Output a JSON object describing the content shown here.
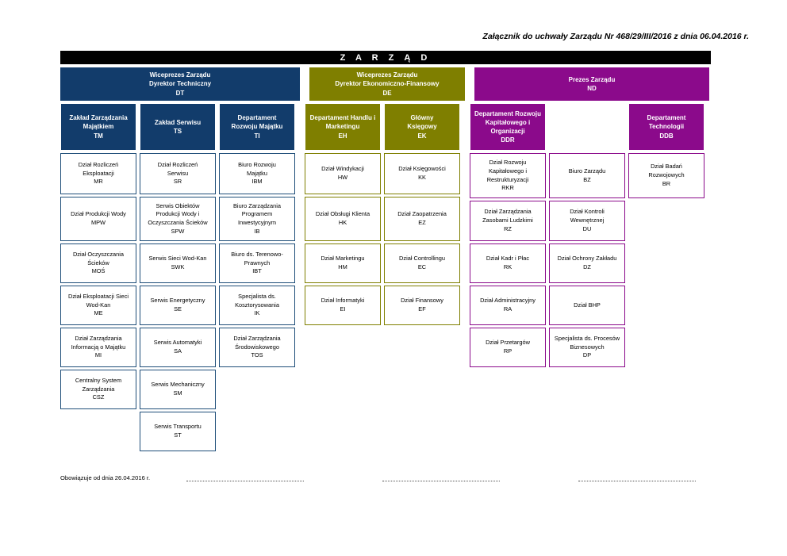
{
  "document": {
    "note": "Załącznik do uchwały Zarządu Nr 468/29/III/2016 z dnia 06.04.2016 r.",
    "footer_validity": "Obowiązuje od dnia 26.04.2016 r."
  },
  "colors": {
    "board_bar": "#000000",
    "technical": "#123C6B",
    "economic": "#7F7F00",
    "president": "#8B0A8B",
    "page_background": "#ffffff",
    "text_on_color": "#ffffff"
  },
  "board": {
    "title": "Z A R Z Ą D"
  },
  "divisions": [
    {
      "id": "DT",
      "line1": "Wiceprezes Zarządu",
      "line2": "Dyrektor Techniczny",
      "code": "DT",
      "color": "#123C6B"
    },
    {
      "id": "DE",
      "line1": "Wiceprezes Zarządu",
      "line2": "Dyrektor Ekonomiczno-Finansowy",
      "code": "DE",
      "color": "#7F7F00"
    },
    {
      "id": "ND",
      "line1": "Prezes Zarządu",
      "line2": "",
      "code": "ND",
      "color": "#8B0A8B"
    }
  ],
  "columns": [
    {
      "group": "DT",
      "color": "navy",
      "header": {
        "lines": [
          "Zakład Zarządzania",
          "Majątkiem"
        ],
        "code": "TM",
        "blank": false
      },
      "units": [
        {
          "lines": [
            "Dział Rozliczeń",
            "Eksploatacji"
          ],
          "code": "MR",
          "height": 52
        },
        {
          "lines": [
            "Dział Produkcji Wody"
          ],
          "code": "MPW",
          "height": 56
        },
        {
          "lines": [
            "Dział Oczyszczania",
            "Ścieków"
          ],
          "code": "MOŚ",
          "height": 50
        },
        {
          "lines": [
            "Dział Eksploatacji Sieci",
            "Wod-Kan"
          ],
          "code": "ME",
          "height": 50
        },
        {
          "lines": [
            "Dział Zarządzania",
            "Informacją o Majątku"
          ],
          "code": "MI",
          "height": 50
        },
        {
          "lines": [
            "Centralny System",
            "Zarządzania"
          ],
          "code": "CSZ",
          "height": 50
        }
      ]
    },
    {
      "group": "DT",
      "color": "navy",
      "header": {
        "lines": [
          "Zakład Serwisu"
        ],
        "code": "TS",
        "blank": false
      },
      "units": [
        {
          "lines": [
            "Dział Rozliczeń",
            "Serwisu"
          ],
          "code": "SR",
          "height": 52
        },
        {
          "lines": [
            "Serwis Obiektów",
            "Produkcji Wody i",
            "Oczyszczania Ścieków"
          ],
          "code": "SPW",
          "height": 56
        },
        {
          "lines": [
            "Serwis Sieci Wod-Kan"
          ],
          "code": "SWK",
          "height": 50
        },
        {
          "lines": [
            "Serwis Energetyczny"
          ],
          "code": "SE",
          "height": 50
        },
        {
          "lines": [
            "Serwis Automatyki"
          ],
          "code": "SA",
          "height": 50
        },
        {
          "lines": [
            "Serwis Mechaniczny"
          ],
          "code": "SM",
          "height": 50
        },
        {
          "lines": [
            "Serwis Transportu"
          ],
          "code": "ST",
          "height": 50
        }
      ]
    },
    {
      "group": "DT",
      "color": "navy",
      "header": {
        "lines": [
          "Departament",
          "Rozwoju Majątku"
        ],
        "code": "TI",
        "blank": false
      },
      "units": [
        {
          "lines": [
            "Biuro Rozwoju",
            "Majątku"
          ],
          "code": "IBM",
          "height": 52
        },
        {
          "lines": [
            "Biuro Zarządzania",
            "Programem",
            "Inwestycyjnym"
          ],
          "code": "IB",
          "height": 56
        },
        {
          "lines": [
            "Biuro ds. Terenowo-",
            "Prawnych"
          ],
          "code": "IBT",
          "height": 50
        },
        {
          "lines": [
            "Specjalista ds.",
            "Kosztorysowania"
          ],
          "code": "IK",
          "height": 50
        },
        {
          "lines": [
            "Dział Zarządzania",
            "Środowiskowego"
          ],
          "code": "TOS",
          "height": 50
        }
      ]
    },
    {
      "group": "DE",
      "color": "olive",
      "header": {
        "lines": [
          "Departament Handlu i",
          "Marketingu"
        ],
        "code": "EH",
        "blank": false
      },
      "units": [
        {
          "lines": [
            "Dział Windykacji"
          ],
          "code": "HW",
          "height": 52
        },
        {
          "lines": [
            "Dział Obsługi Klienta"
          ],
          "code": "HK",
          "height": 56
        },
        {
          "lines": [
            "Dział Marketingu"
          ],
          "code": "HM",
          "height": 50
        },
        {
          "lines": [
            "Dział Informatyki"
          ],
          "code": "EI",
          "height": 50
        }
      ]
    },
    {
      "group": "DE",
      "color": "olive",
      "header": {
        "lines": [
          "Główny",
          "Księgowy"
        ],
        "code": "EK",
        "blank": false
      },
      "units": [
        {
          "lines": [
            "Dział Księgowości"
          ],
          "code": "KK",
          "height": 52
        },
        {
          "lines": [
            "Dział Zaopatrzenia"
          ],
          "code": "EZ",
          "height": 56
        },
        {
          "lines": [
            "Dział Controllingu"
          ],
          "code": "EC",
          "height": 50
        },
        {
          "lines": [
            "Dział Finansowy"
          ],
          "code": "EF",
          "height": 50
        }
      ]
    },
    {
      "group": "ND",
      "color": "purple",
      "header": {
        "lines": [
          "Departament Rozwoju",
          "Kapitałowego i",
          "Organizacji"
        ],
        "code": "DDR",
        "blank": false
      },
      "units": [
        {
          "lines": [
            "Dział Rozwoju",
            "Kapitałowego i",
            "Restrukturyzacji"
          ],
          "code": "RKR",
          "height": 57
        },
        {
          "lines": [
            "Dział Zarządzania",
            "Zasobami Ludzkimi"
          ],
          "code": "RZ",
          "height": 51
        },
        {
          "lines": [
            "Dział Kadr i Płac"
          ],
          "code": "RK",
          "height": 50
        },
        {
          "lines": [
            "Dział Administracyjny"
          ],
          "code": "RA",
          "height": 50
        },
        {
          "lines": [
            "Dział Przetargów"
          ],
          "code": "RP",
          "height": 50
        }
      ]
    },
    {
      "group": "ND",
      "color": "purple",
      "header": {
        "lines": [],
        "code": "",
        "blank": true
      },
      "units": [
        {
          "lines": [
            "Biuro Zarządu"
          ],
          "code": "BZ",
          "height": 57
        },
        {
          "lines": [
            "Dział Kontroli",
            "Wewnętrznej"
          ],
          "code": "DU",
          "height": 51
        },
        {
          "lines": [
            "Dział Ochrony Zakładu"
          ],
          "code": "DZ",
          "height": 50
        },
        {
          "lines": [
            "Dział BHP"
          ],
          "code": "",
          "height": 50
        },
        {
          "lines": [
            "Specjalista ds. Procesów",
            "Biznesowych"
          ],
          "code": "DP",
          "height": 50
        }
      ]
    },
    {
      "group": "ND",
      "color": "purple",
      "header": {
        "lines": [
          "Departament",
          "Technologii"
        ],
        "code": "DDB",
        "blank": false
      },
      "units": [
        {
          "lines": [
            "Dział Badań",
            "Rozwojowych"
          ],
          "code": "BR",
          "height": 57
        }
      ]
    }
  ]
}
